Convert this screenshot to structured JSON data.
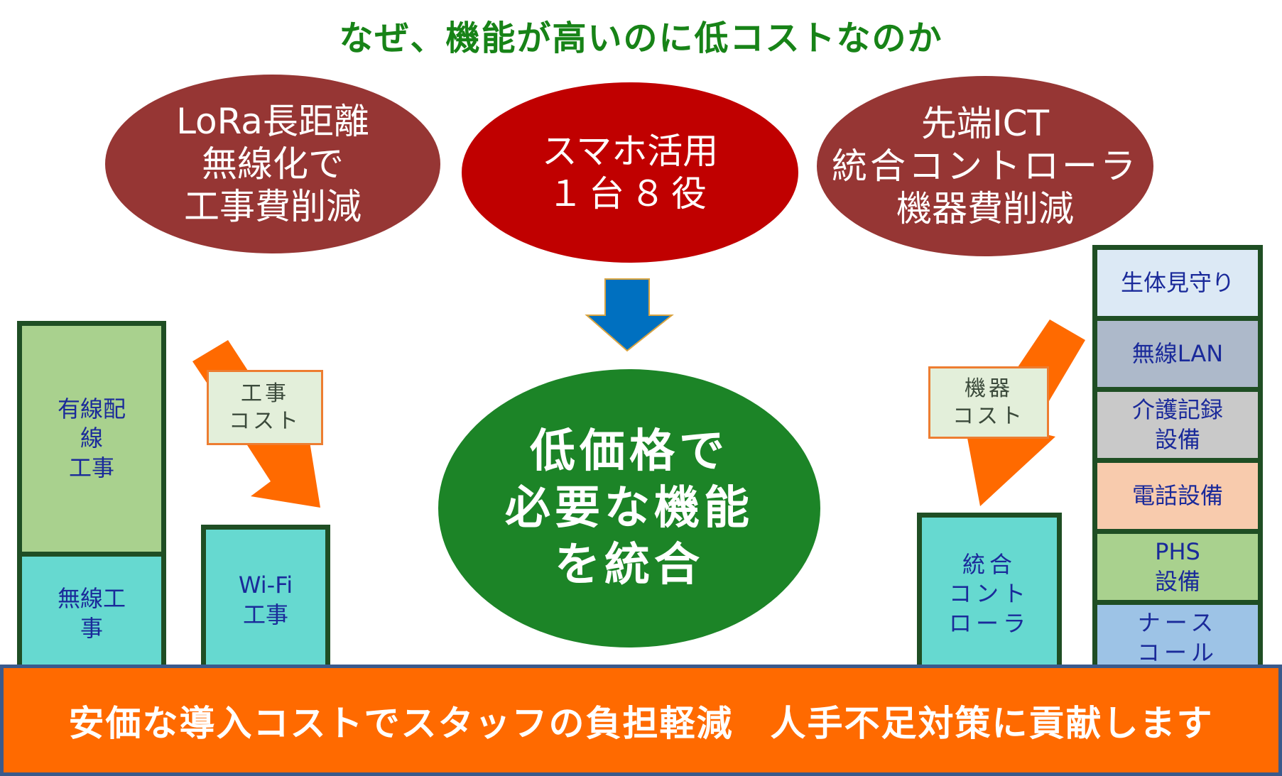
{
  "title": "なぜ、機能が高いのに低コストなのか",
  "ellipses": {
    "left": {
      "lines": [
        "LoRa長距離",
        "無線化で",
        "工事費削減"
      ],
      "color": "#963634"
    },
    "center": {
      "lines": [
        "スマホ活用",
        "１台８役"
      ],
      "color": "#c00000"
    },
    "right": {
      "lines": [
        "先端ICT",
        "統合コントローラ",
        "機器費削減"
      ],
      "color": "#963634"
    },
    "main": {
      "lines": [
        "低価格で",
        "必要な機能",
        "を統合"
      ],
      "color": "#1c8427"
    }
  },
  "arrows": {
    "center": {
      "icon": "down-arrow-icon",
      "color": "#0070c0"
    },
    "left": {
      "icon": "diagonal-arrow-icon",
      "color": "#ff6a00"
    },
    "right": {
      "icon": "diagonal-arrow-icon",
      "color": "#ff6a00"
    }
  },
  "labels": {
    "construction_cost": [
      "工事",
      "コスト"
    ],
    "equipment_cost": [
      "機器",
      "コスト"
    ]
  },
  "left_stack": [
    {
      "lines": [
        "有線配",
        "線",
        "工事"
      ],
      "color": "#a9d18e"
    },
    {
      "lines": [
        "無線工",
        "事"
      ],
      "color": "#66d9d0"
    }
  ],
  "wifi_block": {
    "lines": [
      "Wi-Fi",
      "工事"
    ],
    "color": "#66d9d0"
  },
  "controller_block": {
    "lines": [
      "統合",
      "コント",
      "ローラ"
    ],
    "color": "#66d9d0"
  },
  "right_stack": [
    {
      "lines": [
        "生体見守り"
      ],
      "color": "#dce9f5"
    },
    {
      "lines": [
        "無線LAN"
      ],
      "color": "#adb9ca"
    },
    {
      "lines": [
        "介護記録",
        "設備"
      ],
      "color": "#c9c9c9"
    },
    {
      "lines": [
        "電話設備"
      ],
      "color": "#f8cbad"
    },
    {
      "lines": [
        "PHS",
        "設備"
      ],
      "color": "#a9d18e"
    },
    {
      "lines": [
        "ナース",
        "コール"
      ],
      "color": "#9dc3e6"
    }
  ],
  "footer": "安価な導入コストでスタッフの負担軽減　人手不足対策に貢献します"
}
